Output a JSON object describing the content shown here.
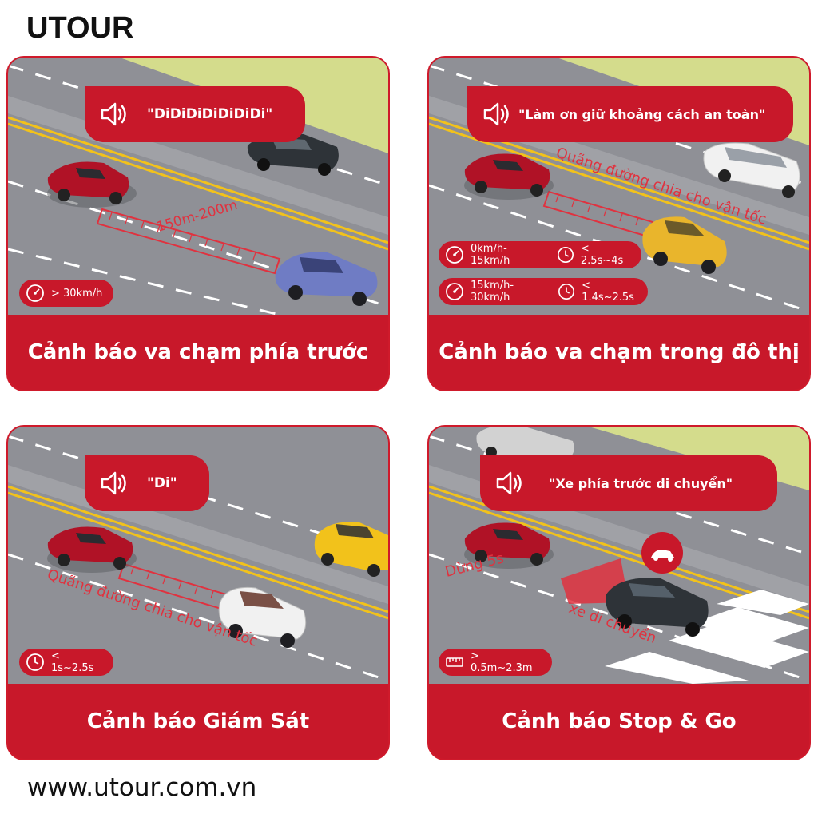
{
  "brand": "UTOUR",
  "website": "www.utour.com.vn",
  "cards": [
    {
      "title": "Cảnh báo va chạm phía trước",
      "speech": "\"DiDiDiDiDiDiDi\"",
      "distance_label": "150m-200m",
      "speed_badge": "> 30km/h"
    },
    {
      "title": "Cảnh báo va chạm trong đô thị",
      "speech": "\"Làm ơn giữ khoảng cách an toàn\"",
      "distance_label": "Quãng đường chia cho vận tốc",
      "row1_speed": "0km/h-15km/h",
      "row1_time": "< 2.5s~4s",
      "row2_speed": "15km/h-30km/h",
      "row2_time": "< 1.4s~2.5s"
    },
    {
      "title": "Cảnh báo Giám Sát",
      "speech": "\"Di\"",
      "distance_label": "Quãng đường chia cho vận tốc",
      "time_badge": "< 1s~2.5s"
    },
    {
      "title": "Cảnh báo Stop & Go",
      "speech": "\"Xe phía trước di chuyển\"",
      "stop_label": "Dừng 5s",
      "move_label": "xe di chuyển",
      "distance_badge": "> 0.5m~2.3m"
    }
  ],
  "colors": {
    "accent": "#c8182a",
    "road": "#8f9096",
    "grass": "#d4dc8c",
    "lane_yellow": "#f2c21b"
  }
}
